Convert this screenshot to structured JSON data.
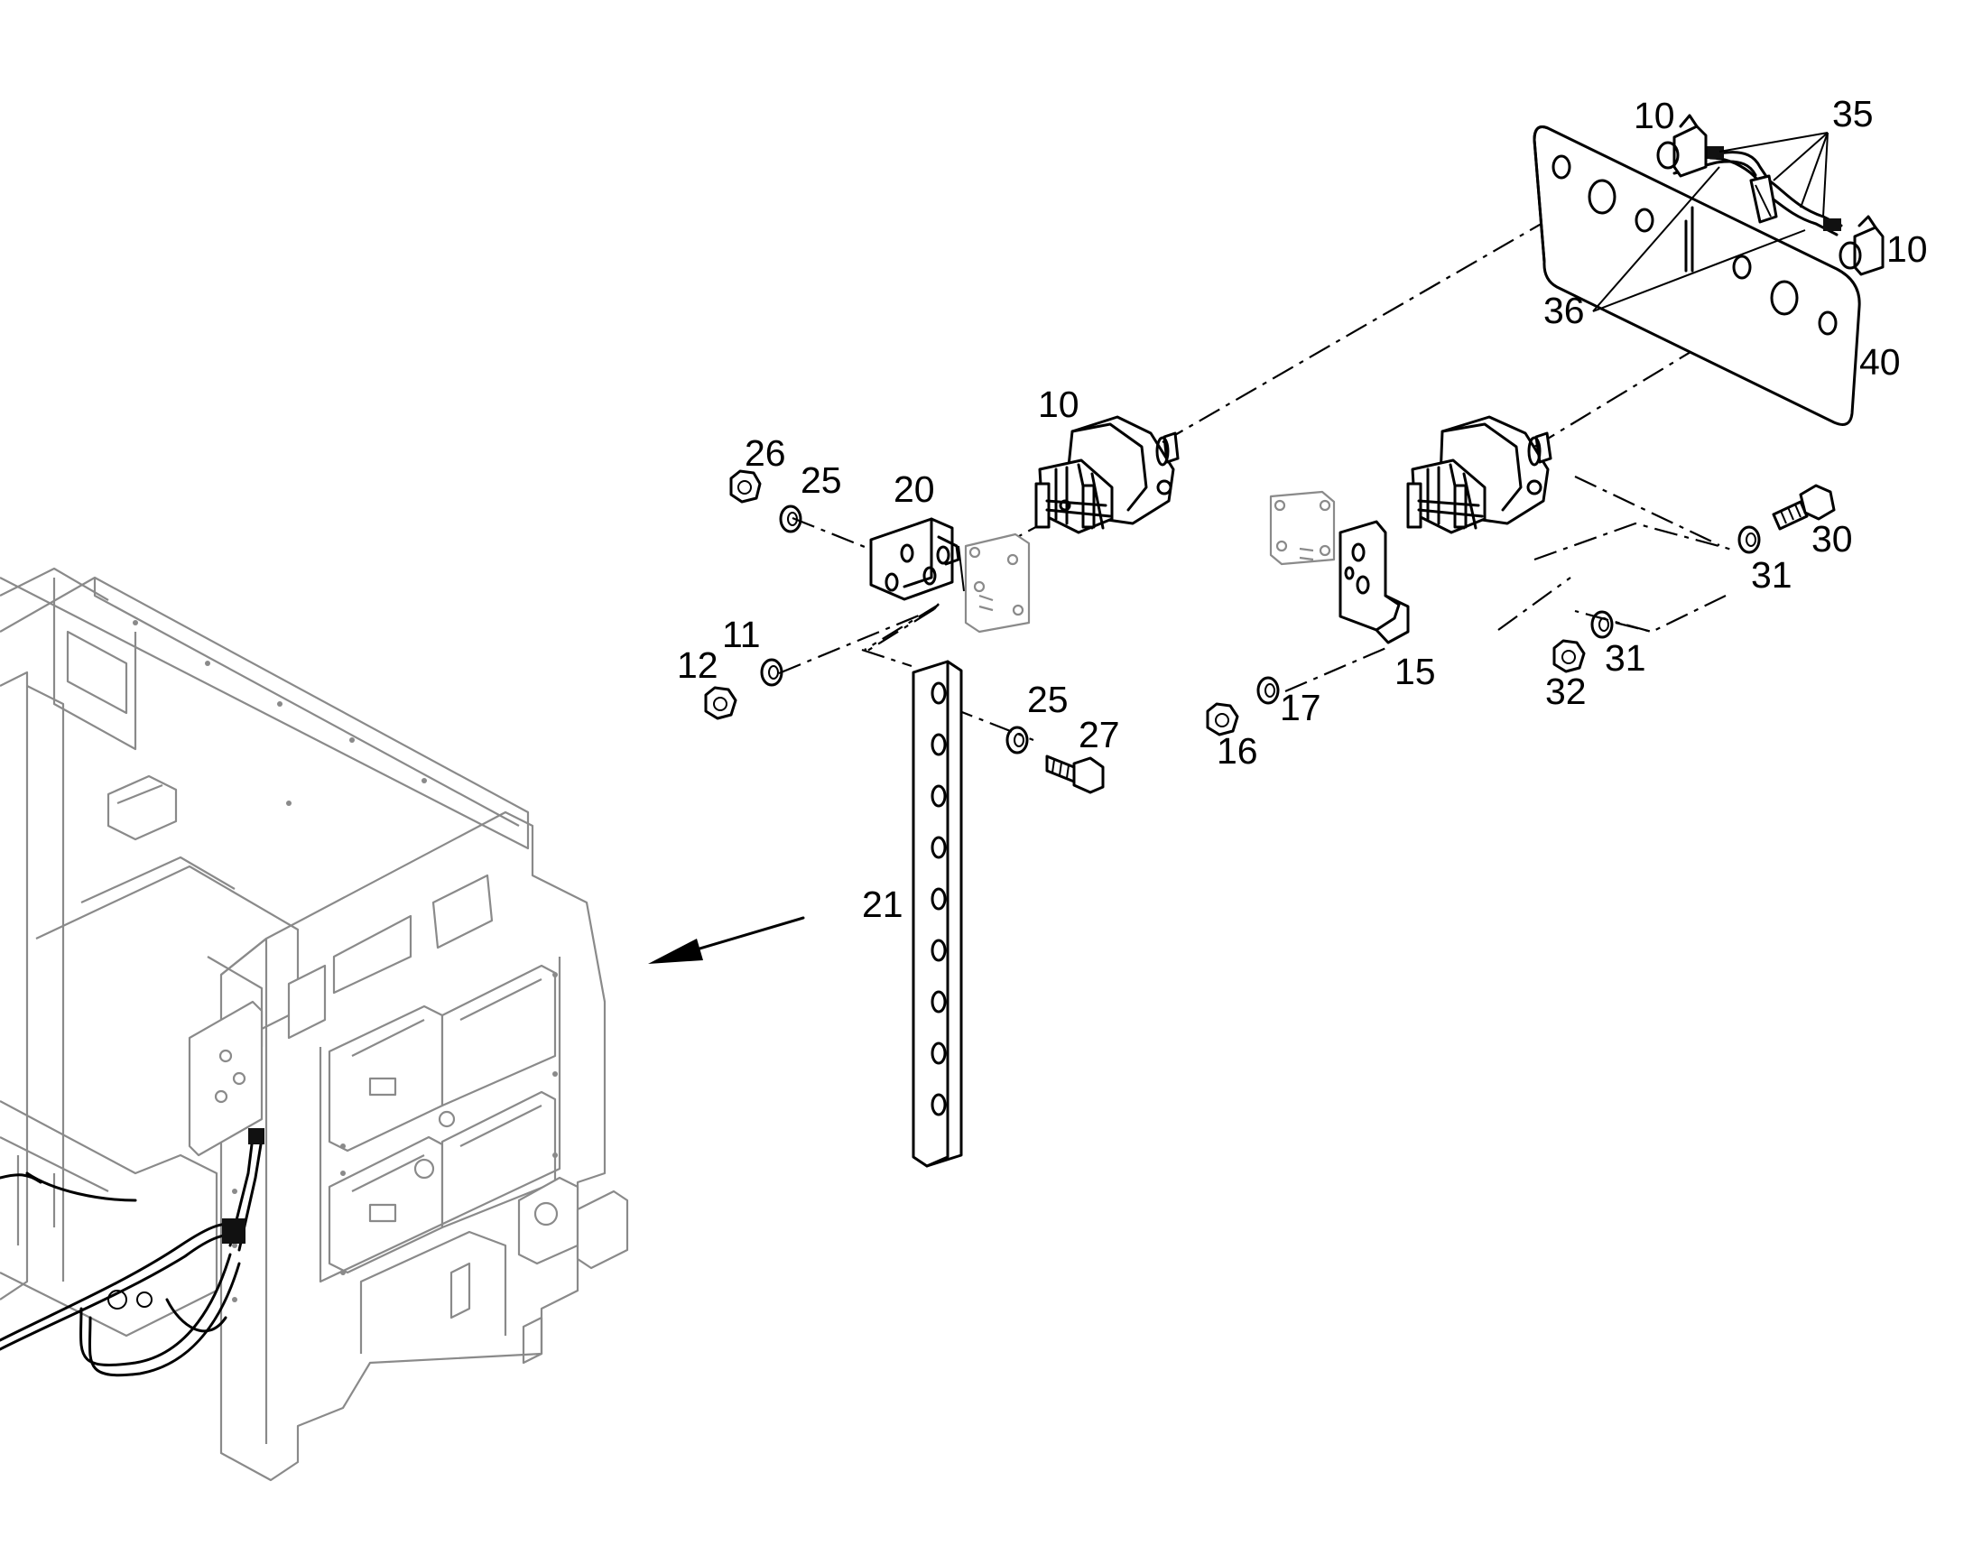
{
  "callouts": [
    {
      "label": "10"
    },
    {
      "label": "35"
    },
    {
      "label": "10"
    },
    {
      "label": "36"
    },
    {
      "label": "40"
    },
    {
      "label": "10"
    },
    {
      "label": "26"
    },
    {
      "label": "25"
    },
    {
      "label": "20"
    },
    {
      "label": "30"
    },
    {
      "label": "31"
    },
    {
      "label": "11"
    },
    {
      "label": "12"
    },
    {
      "label": "15"
    },
    {
      "label": "31"
    },
    {
      "label": "32"
    },
    {
      "label": "25"
    },
    {
      "label": "17"
    },
    {
      "label": "27"
    },
    {
      "label": "16"
    },
    {
      "label": "21"
    }
  ],
  "icons": {
    "battery_switch": "battery-disconnect-switch-icon",
    "cover_plate": "cover-plate-icon",
    "bracket": "mounting-bracket-icon",
    "strap": "perforated-strap-icon",
    "nut": "hex-nut-icon",
    "washer": "washer-icon",
    "bolt": "hex-bolt-icon",
    "harness": "wire-harness-icon",
    "frame": "machine-frame-icon",
    "arrow": "location-arrow-icon"
  }
}
